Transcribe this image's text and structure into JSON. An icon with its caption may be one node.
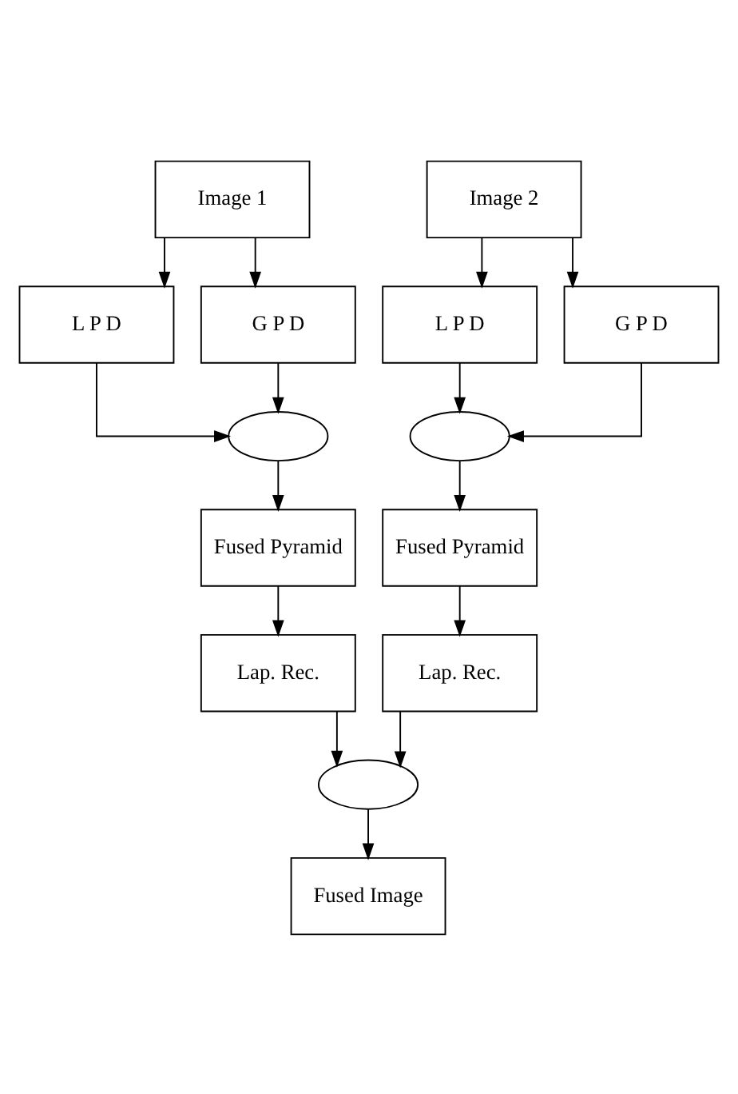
{
  "diagram": {
    "nodes": [
      {
        "text": [
          "Image 1"
        ]
      },
      {
        "text": [
          "Image 2"
        ]
      },
      {
        "text": [
          "L P D"
        ]
      },
      {
        "text": [
          "G P D"
        ]
      },
      {
        "text": [
          "L P D"
        ]
      },
      {
        "text": [
          "G P D"
        ]
      },
      {
        "text": [],
        "shape": "ellipse"
      },
      {
        "text": [],
        "shape": "ellipse"
      },
      {
        "text": [
          "Fused Pyramid"
        ]
      },
      {
        "text": [
          "Fused Pyramid"
        ]
      },
      {
        "text": [
          "Lap. Rec."
        ]
      },
      {
        "text": [
          "Lap. Rec."
        ]
      },
      {
        "text": [],
        "shape": "ellipse"
      },
      {
        "text": [
          "Fused Image"
        ]
      }
    ],
    "edges": [
      {
        "from": 0,
        "to": 2,
        "arrow": "to"
      },
      {
        "from": 0,
        "to": 3,
        "arrow": "to"
      },
      {
        "from": 1,
        "to": 4,
        "arrow": "to"
      },
      {
        "from": 1,
        "to": 5,
        "arrow": "to"
      },
      {
        "from": 2,
        "to": 6,
        "arrow": "to"
      },
      {
        "from": 3,
        "to": 6,
        "arrow": "to"
      },
      {
        "from": 4,
        "to": 7,
        "arrow": "to"
      },
      {
        "from": 5,
        "to": 7,
        "arrow": "to"
      },
      {
        "from": 6,
        "to": 8,
        "arrow": "to"
      },
      {
        "from": 7,
        "to": 9,
        "arrow": "to"
      },
      {
        "from": 8,
        "to": 10,
        "arrow": "to"
      },
      {
        "from": 9,
        "to": 11,
        "arrow": "to"
      },
      {
        "from": 10,
        "to": 12,
        "arrow": "to"
      },
      {
        "from": 11,
        "to": 12,
        "arrow": "to"
      },
      {
        "from": 12,
        "to": 13,
        "arrow": "to"
      }
    ]
  }
}
